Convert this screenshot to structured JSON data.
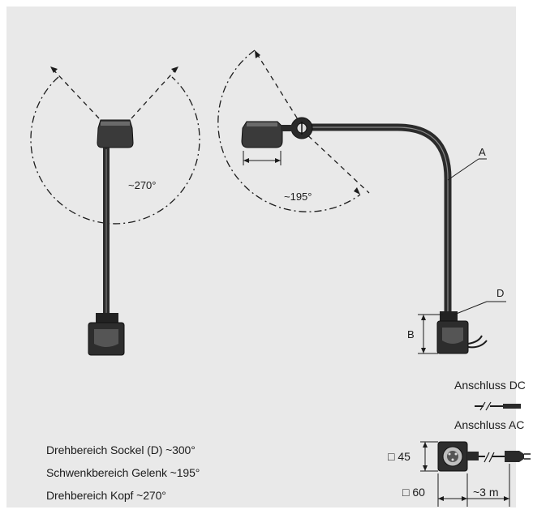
{
  "angles": {
    "head_left": "~270°",
    "joint_right": "~195°"
  },
  "labels": {
    "arm": "A",
    "base_joint": "D",
    "base_height": "B"
  },
  "connections": {
    "dc_label": "Anschluss DC",
    "ac_label": "Anschluss AC"
  },
  "dimensions": {
    "base_square_height": "□ 45",
    "base_square_width": "□ 60",
    "cable_length": "~3 m"
  },
  "legend": [
    "Drehbereich Sockel (D) ~300°",
    "Schwenkbereich Gelenk ~195°",
    "Drehbereich Kopf ~270°"
  ]
}
